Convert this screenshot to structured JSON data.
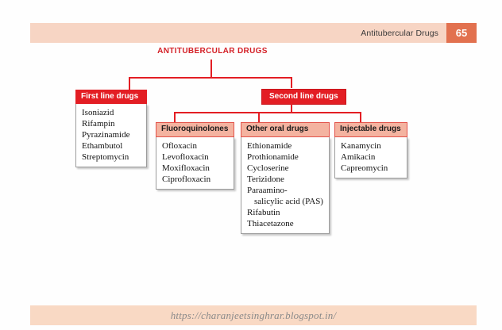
{
  "header": {
    "title": "Antitubercular Drugs",
    "page_number": "65",
    "bar_color": "#f7d5c4",
    "page_box_color": "#e2714f"
  },
  "footer": {
    "url": "https://charanjeetsinghrar.blogspot.in/",
    "bar_color": "#f9d9c4"
  },
  "diagram": {
    "title": "ANTITUBERCULAR DRUGS",
    "title_color": "#d41f26",
    "accent_red": "#e31e24",
    "accent_salmon": "#f4b3a0",
    "branch_first": {
      "header": "First line drugs",
      "items": [
        "Isoniazid",
        "Rifampin",
        "Pyrazinamide",
        "Ethambutol",
        "Streptomycin"
      ]
    },
    "branch_second": {
      "header": "Second line drugs",
      "groups": [
        {
          "header": "Fluoroquinolones",
          "items": [
            "Ofloxacin",
            "Levofloxacin",
            "Moxifloxacin",
            "Ciprofloxacin"
          ]
        },
        {
          "header": "Other oral drugs",
          "items": [
            "Ethionamide",
            "Prothionamide",
            "Cycloserine",
            "Terizidone",
            "Paraamino-",
            "salicylic acid (PAS)",
            "Rifabutin",
            "Thiacetazone"
          ]
        },
        {
          "header": "Injectable drugs",
          "items": [
            "Kanamycin",
            "Amikacin",
            "Capreomycin"
          ]
        }
      ]
    }
  }
}
